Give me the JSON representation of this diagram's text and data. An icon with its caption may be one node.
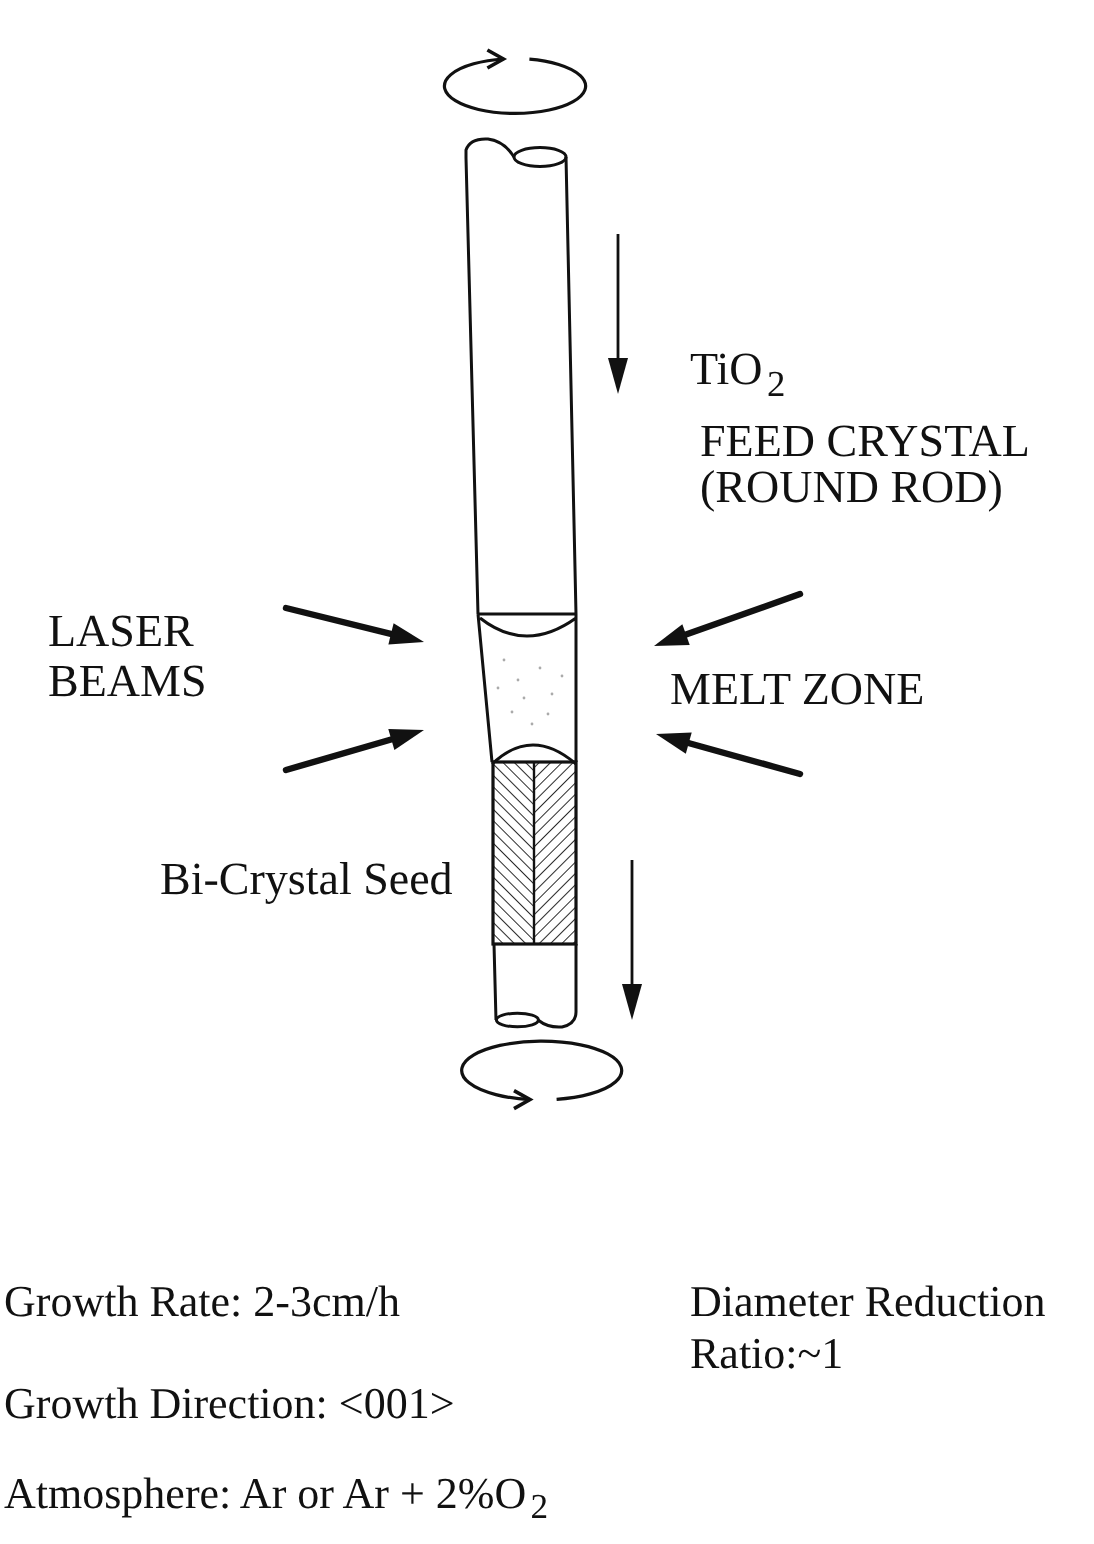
{
  "diagram": {
    "labels": [
      "TiO$_{2}$",
      "FEED CRYSTAL (ROUND ROD)",
      "LASER BEAMS",
      "MELT ZONE",
      "Bi-Crystal Seed",
      "Growth Rate: 2-3cm/h",
      "Diameter Reduction Ratio:~1",
      "Growth Direction: <001>",
      "Atmosphere: Ar or Ar + 2%O$_{2}$"
    ]
  }
}
